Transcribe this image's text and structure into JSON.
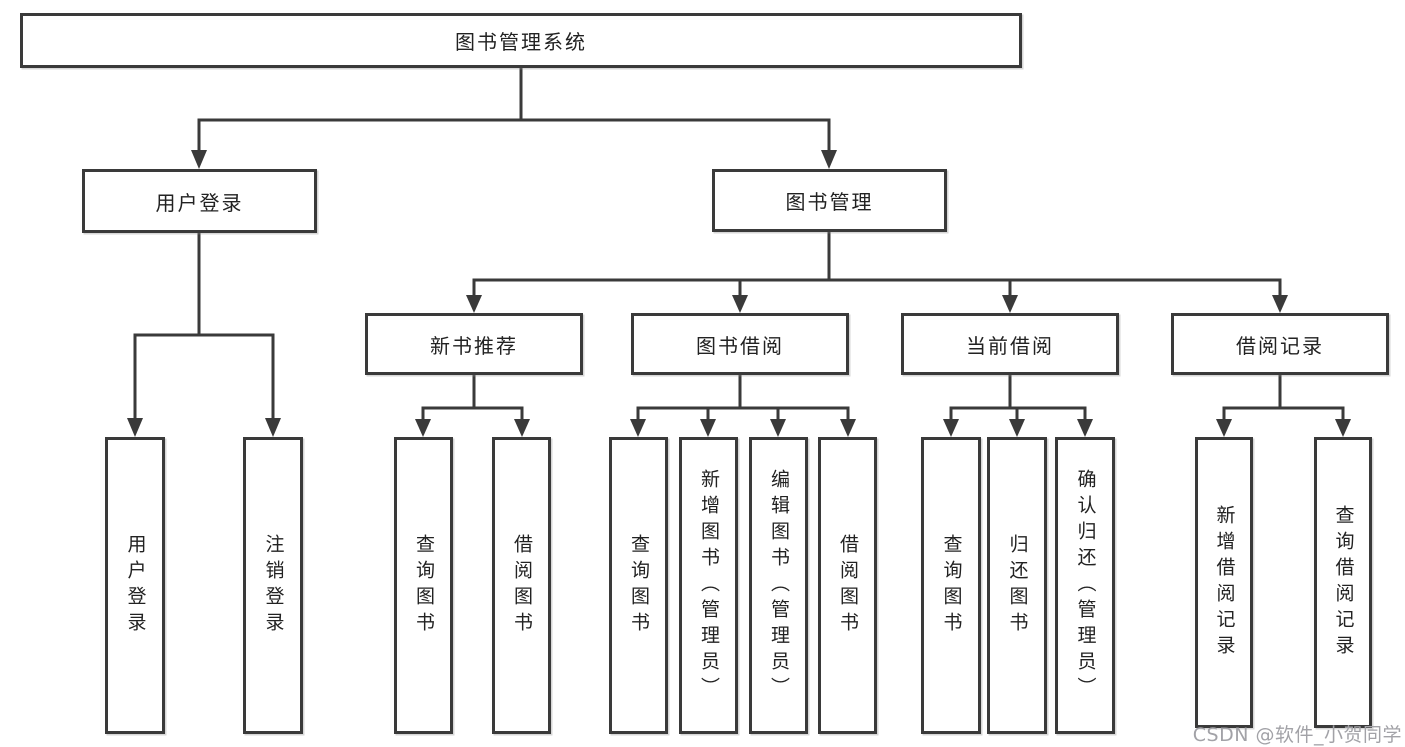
{
  "diagram_title": "图书管理系统",
  "tree": {
    "label": "图书管理系统",
    "children": [
      {
        "label": "用户登录",
        "children": [
          {
            "label": "用户登录"
          },
          {
            "label": "注销登录"
          }
        ]
      },
      {
        "label": "图书管理",
        "children": [
          {
            "label": "新书推荐",
            "children": [
              {
                "label": "查询图书"
              },
              {
                "label": "借阅图书"
              }
            ]
          },
          {
            "label": "图书借阅",
            "children": [
              {
                "label": "查询图书"
              },
              {
                "label": "新增图书（管理员）"
              },
              {
                "label": "编辑图书（管理员）"
              },
              {
                "label": "借阅图书"
              }
            ]
          },
          {
            "label": "当前借阅",
            "children": [
              {
                "label": "查询图书"
              },
              {
                "label": "归还图书"
              },
              {
                "label": "确认归还（管理员）"
              }
            ]
          },
          {
            "label": "借阅记录",
            "children": [
              {
                "label": "新增借阅记录"
              },
              {
                "label": "查询借阅记录"
              }
            ]
          }
        ]
      }
    ]
  },
  "watermark": "CSDN @软件_小贺同学",
  "colors": {
    "line": "#3a3a3a",
    "box_border": "#3a3a3a",
    "text": "#222222",
    "background": "#ffffff",
    "watermark": "#a2a2a7"
  }
}
